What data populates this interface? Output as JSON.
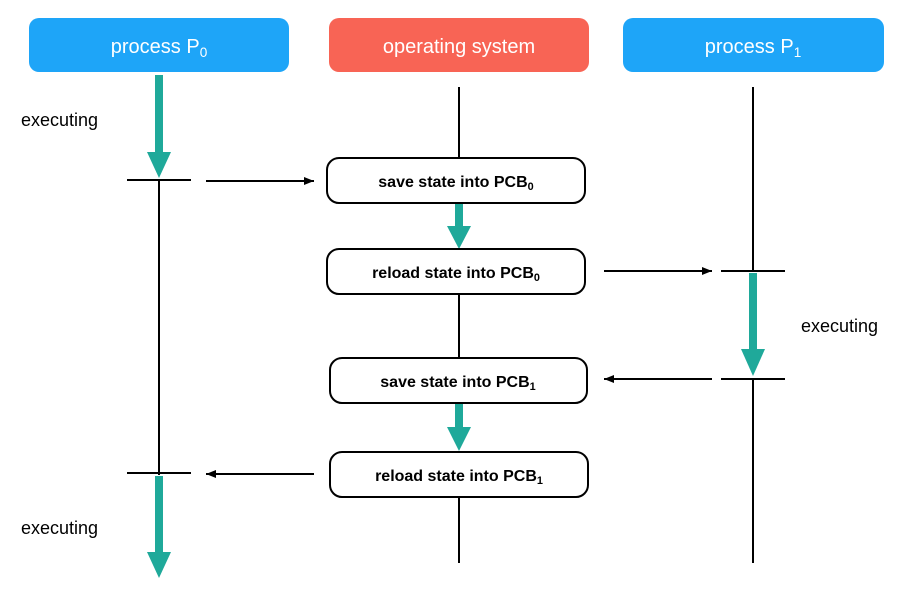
{
  "colors": {
    "process_header": "#1ea5f8",
    "os_header": "#f86455",
    "exec_arrow": "#1fa99a",
    "line": "#000000",
    "box_border": "#000000"
  },
  "lanes": {
    "p0": {
      "label": "process P",
      "sub": "0"
    },
    "os": {
      "label": "operating system"
    },
    "p1": {
      "label": "process P",
      "sub": "1"
    }
  },
  "steps": [
    {
      "label": "save state into PCB",
      "sub": "0"
    },
    {
      "label": "reload state into PCB",
      "sub": "0"
    },
    {
      "label": "save state into PCB",
      "sub": "1"
    },
    {
      "label": "reload state into PCB",
      "sub": "1"
    }
  ],
  "executing_labels": [
    "executing",
    "executing",
    "executing"
  ]
}
